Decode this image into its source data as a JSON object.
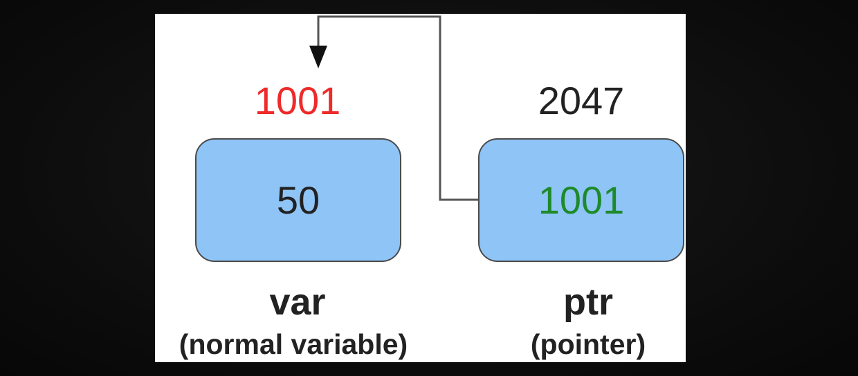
{
  "variable": {
    "address": "1001",
    "value": "50",
    "name": "var",
    "description": "(normal variable)"
  },
  "pointer": {
    "address": "2047",
    "value": "1001",
    "name": "ptr",
    "description": "(pointer)"
  },
  "colors": {
    "variable_address": "#ee2a2a",
    "pointer_value": "#1e8a2a",
    "box_fill": "#8fc4f7",
    "text": "#222222"
  }
}
